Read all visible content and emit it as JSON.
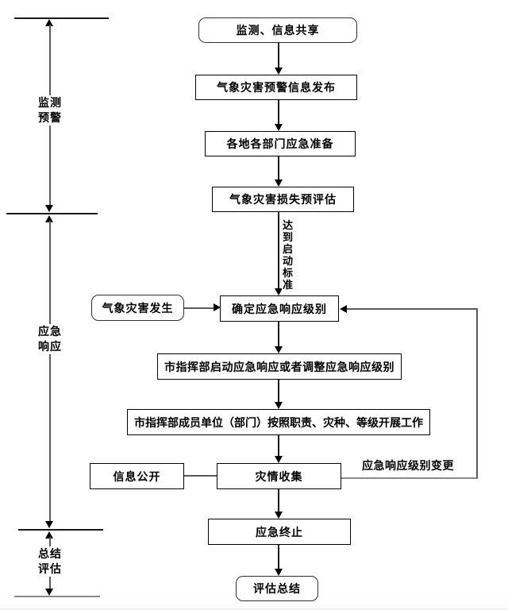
{
  "diagram": {
    "title_hint": "气象灾害应急流程图",
    "colors": {
      "background": "#ffffff",
      "box_border": "#000000",
      "connector_line": "#5a5a5a",
      "arrow_head": "#000000",
      "text": "#000000"
    },
    "phases": [
      {
        "label": "监测\n预警"
      },
      {
        "label": "应急\n响应"
      },
      {
        "label": "总结\n评估"
      }
    ],
    "nodes": {
      "monitor_share": "监测、信息共享",
      "warning_release": "气象灾害预警信息发布",
      "dept_preparation": "各地各部门应急准备",
      "loss_preassessment": "气象灾害损失预评估",
      "disaster_occurs": "气象灾害发生",
      "determine_level": "确定应急响应级别",
      "start_or_adjust": "市指挥部启动应急响应或者调整应急响应级别",
      "members_carry_out": "市指挥部成员单位（部门）按照职责、灾种、等级开展工作",
      "info_disclosure": "信息公开",
      "disaster_collection": "灾情收集",
      "emergency_termination": "应急终止",
      "evaluation_summary": "评估总结"
    },
    "edge_labels": {
      "reach_activation_criteria": "达到启动标准",
      "response_level_change": "应急响应级别变更"
    }
  }
}
